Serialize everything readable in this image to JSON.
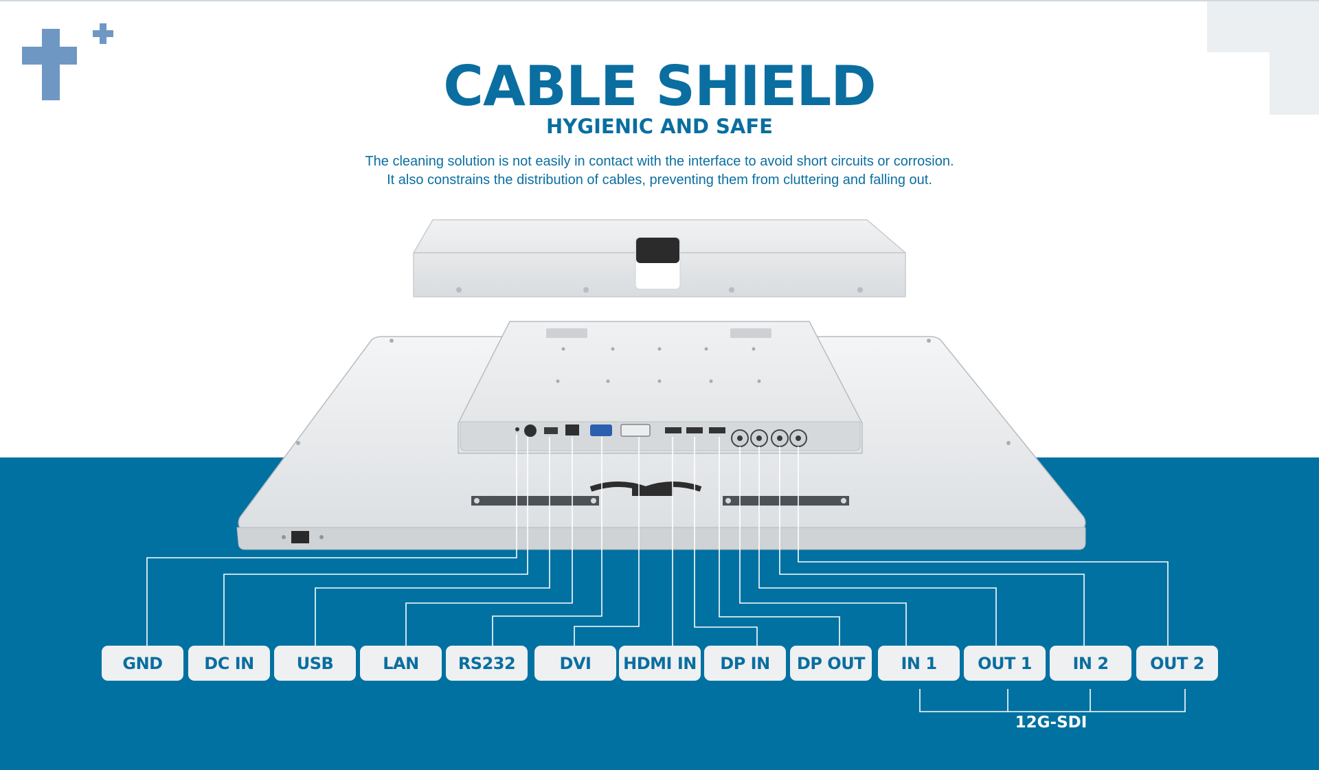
{
  "header": {
    "title": "CABLE SHIELD",
    "subtitle": "HYGIENIC AND SAFE",
    "description_lines": [
      "The cleaning solution is not easily in contact with the interface to avoid short circuits or corrosion.",
      "It also constrains the distribution of cables, preventing them from cluttering and falling out."
    ]
  },
  "ports": [
    {
      "label": "GND"
    },
    {
      "label": "DC IN"
    },
    {
      "label": "USB"
    },
    {
      "label": "LAN"
    },
    {
      "label": "RS232"
    },
    {
      "label": "DVI"
    },
    {
      "label": "HDMI IN"
    },
    {
      "label": "DP IN"
    },
    {
      "label": "DP OUT"
    },
    {
      "label": "IN 1"
    },
    {
      "label": "OUT 1"
    },
    {
      "label": "IN 2"
    },
    {
      "label": "OUT 2"
    }
  ],
  "group": {
    "label": "12G-SDI"
  },
  "colors": {
    "brand_blue": "#0a6ea0",
    "band_blue": "#0071a1",
    "label_bg": "#eef0f2",
    "deco_blue": "#6f97c3"
  }
}
